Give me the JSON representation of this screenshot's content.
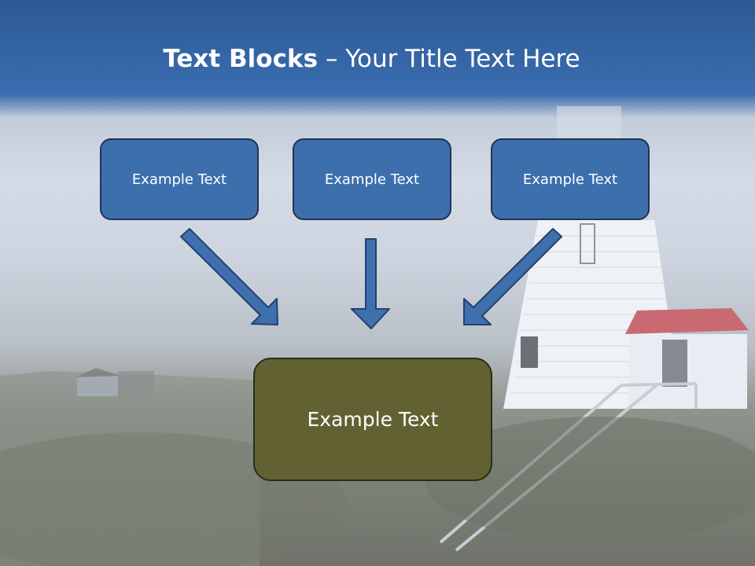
{
  "title": {
    "bold": "Text Blocks",
    "separator": " – ",
    "rest": "Your Title Text Here"
  },
  "blocks": [
    {
      "label": "Example Text"
    },
    {
      "label": "Example Text"
    },
    {
      "label": "Example Text"
    }
  ],
  "target": {
    "label": "Example Text"
  },
  "colors": {
    "title_band": "#3a6cb0",
    "block_fill": "#3e6fad",
    "block_border": "#1f3352",
    "target_fill": "#626132",
    "arrow_fill": "#3f70ae",
    "arrow_stroke": "#23416c"
  },
  "icons": [
    "arrow-down-right-icon",
    "arrow-down-icon",
    "arrow-down-left-icon"
  ]
}
